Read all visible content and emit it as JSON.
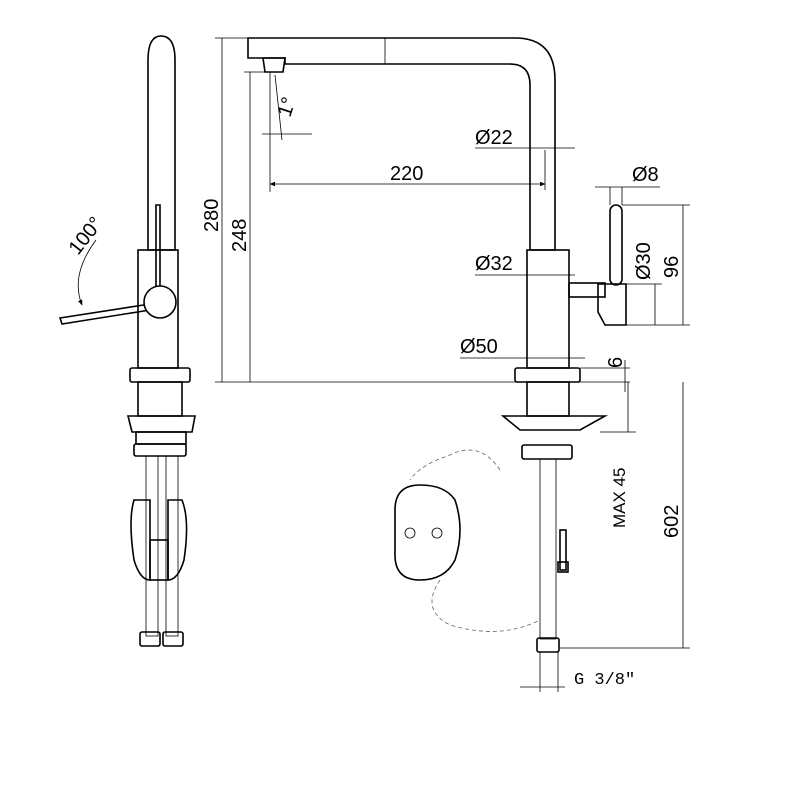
{
  "dimensions": {
    "height_total": "280",
    "height_spout": "248",
    "reach": "220",
    "spout_angle": "1°",
    "lever_angle": "100°",
    "spout_dia": "Ø22",
    "body_dia": "Ø32",
    "base_dia": "Ø50",
    "handle_dia": "Ø8",
    "handle_body_dia": "Ø30",
    "handle_height": "96",
    "base_thickness": "6",
    "max_deck": "MAX 45",
    "hose_length": "602",
    "connection": "G 3/8\""
  }
}
